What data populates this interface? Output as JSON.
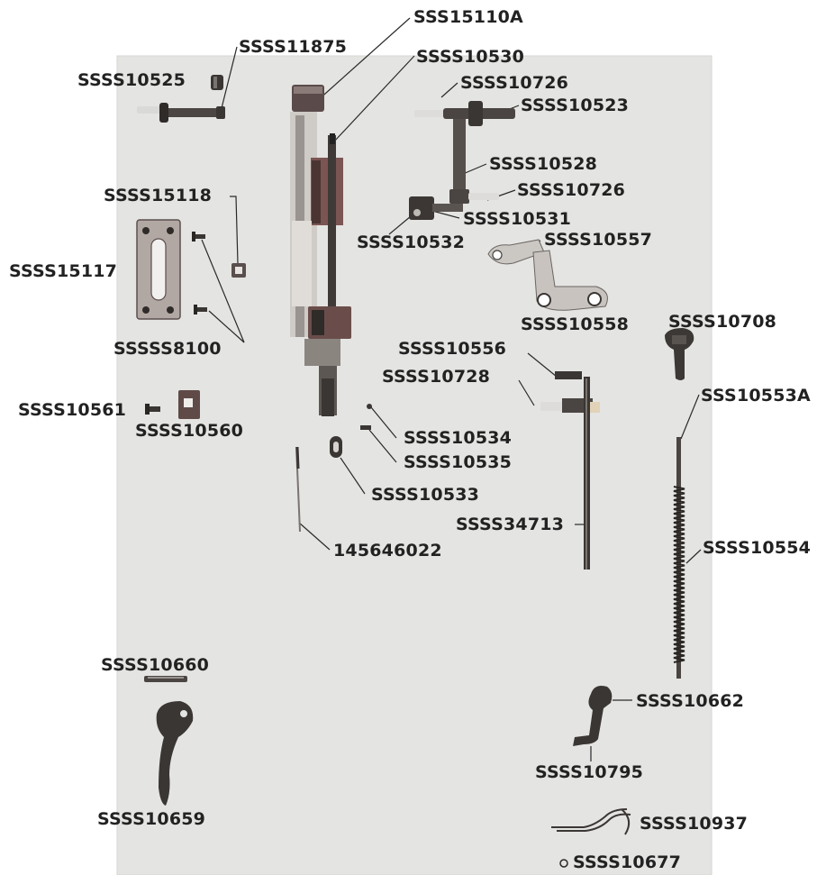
{
  "colors": {
    "background_panel": "#e4e4e2",
    "part_dark": "#3a3634",
    "part_mid": "#7a7470",
    "part_light": "#c9c5c0",
    "part_brown": "#6e4a44",
    "leader": "#2a2a2a",
    "label_text": "#222222"
  },
  "labels": {
    "p_sss15110a": "SSS15110A",
    "p_ssss11875": "SSSS11875",
    "p_ssss10530": "SSSS10530",
    "p_ssss10525": "SSSS10525",
    "p_ssss10726a": "SSSS10726",
    "p_ssss10523": "SSSS10523",
    "p_ssss10528": "SSSS10528",
    "p_ssss15118": "SSSS15118",
    "p_ssss10726b": "SSSS10726",
    "p_ssss10531": "SSSS10531",
    "p_ssss10532": "SSSS10532",
    "p_ssss10557": "SSSS10557",
    "p_ssss15117": "SSSS15117",
    "p_ssss10558": "SSSS10558",
    "p_ssss10708": "SSSS10708",
    "p_sssss8100": "SSSSS8100",
    "p_ssss10556": "SSSS10556",
    "p_ssss10728": "SSSS10728",
    "p_sss10553a": "SSS10553A",
    "p_ssss10561": "SSSS10561",
    "p_ssss10560": "SSSS10560",
    "p_ssss10534": "SSSS10534",
    "p_ssss10535": "SSSS10535",
    "p_ssss10533": "SSSS10533",
    "p_ssss34713": "SSSS34713",
    "p_145646022": "145646022",
    "p_ssss10554": "SSSS10554",
    "p_ssss10660": "SSSS10660",
    "p_ssss10662": "SSSS10662",
    "p_ssss10795": "SSSS10795",
    "p_ssss10659": "SSSS10659",
    "p_ssss10937": "SSSS10937",
    "p_ssss10677": "SSSS10677"
  }
}
